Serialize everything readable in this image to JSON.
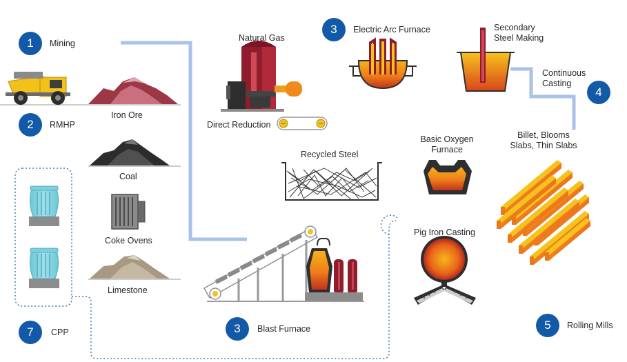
{
  "colors": {
    "badge": "#1259a8",
    "flow_line": "#a9c3e8",
    "dotted_line": "#3a78b8",
    "furnace_red": "#8f1d2c",
    "molten_orange": "#f08a1c",
    "ore_red": "#b25565",
    "coal_black": "#3a3a3a",
    "limestone": "#b9ab93",
    "turbine_teal": "#7fd0df",
    "truck_yellow": "#f2c21b"
  },
  "steps": {
    "mining": {
      "number": "1",
      "label": "Mining"
    },
    "rmhp": {
      "number": "2",
      "label": "RMHP"
    },
    "eaf": {
      "number": "3",
      "label": "Electric Arc Furnace"
    },
    "blast": {
      "number": "3",
      "label": "Blast Furnace"
    },
    "casting": {
      "number": "4",
      "label": "Continuous\nCasting"
    },
    "rolling": {
      "number": "5",
      "label": "Rolling Mills"
    },
    "cpp": {
      "number": "7",
      "label": "CPP"
    }
  },
  "labels": {
    "iron_ore": "Iron Ore",
    "coal": "Coal",
    "coke_ovens": "Coke Ovens",
    "limestone": "Limestone",
    "natural_gas": "Natural Gas",
    "direct_reduction": "Direct Reduction",
    "recycled_steel": "Recycled Steel",
    "secondary_steel": "Secondary\nSteel Making",
    "bof": "Basic Oxygen\nFurnace",
    "pig_iron": "Pig Iron Casting",
    "billets": "Billet, Blooms\nSlabs, Thin Slabs"
  },
  "icons": [
    "dump-truck-icon",
    "iron-ore-pile-icon",
    "coal-pile-icon",
    "coke-oven-icon",
    "limestone-pile-icon",
    "direct-reduction-plant-icon",
    "recycled-steel-icon",
    "electric-arc-furnace-icon",
    "ladle-icon",
    "basic-oxygen-furnace-icon",
    "pig-iron-casting-icon",
    "blast-furnace-icon",
    "conveyor-icon",
    "steel-billets-icon",
    "cooling-tower-icon"
  ]
}
